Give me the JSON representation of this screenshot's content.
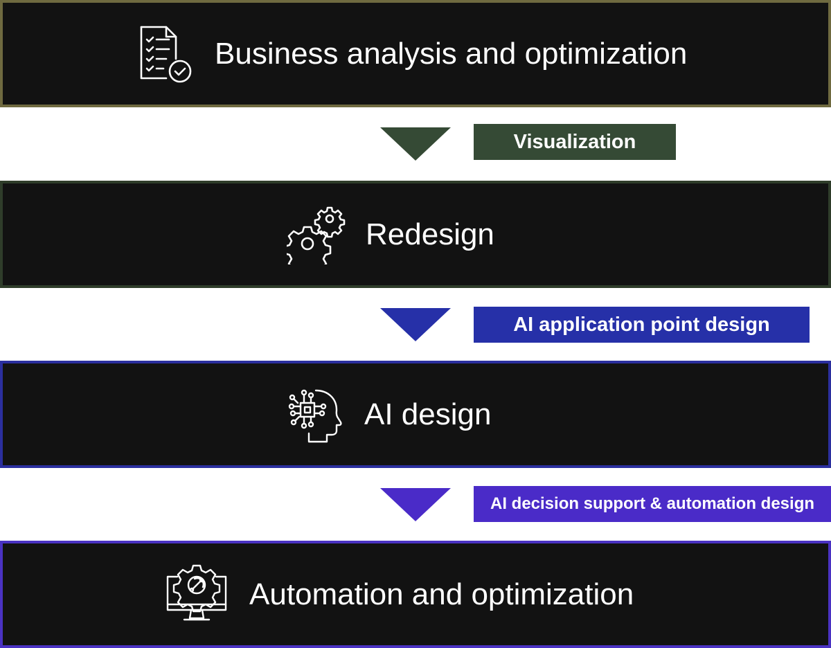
{
  "steps": [
    {
      "title": "Business analysis and optimization",
      "icon": "checklist-document-icon",
      "border_color": "#6f6a40"
    },
    {
      "title": "Redesign",
      "icon": "gears-icon",
      "border_color": "#2f3d2a"
    },
    {
      "title": "AI design",
      "icon": "ai-head-chip-icon",
      "border_color": "#2b2f9e"
    },
    {
      "title": "Automation and optimization",
      "icon": "monitor-gear-icon",
      "border_color": "#4a32c2"
    }
  ],
  "transitions": [
    {
      "label": "Visualization",
      "color": "#354a35"
    },
    {
      "label": "AI application point design",
      "color": "#2630a8"
    },
    {
      "label": "AI decision support & automation design",
      "color": "#4a2bc8"
    }
  ],
  "colors": {
    "step_background": "#121212",
    "text": "#ffffff",
    "page_background": "#ffffff"
  }
}
